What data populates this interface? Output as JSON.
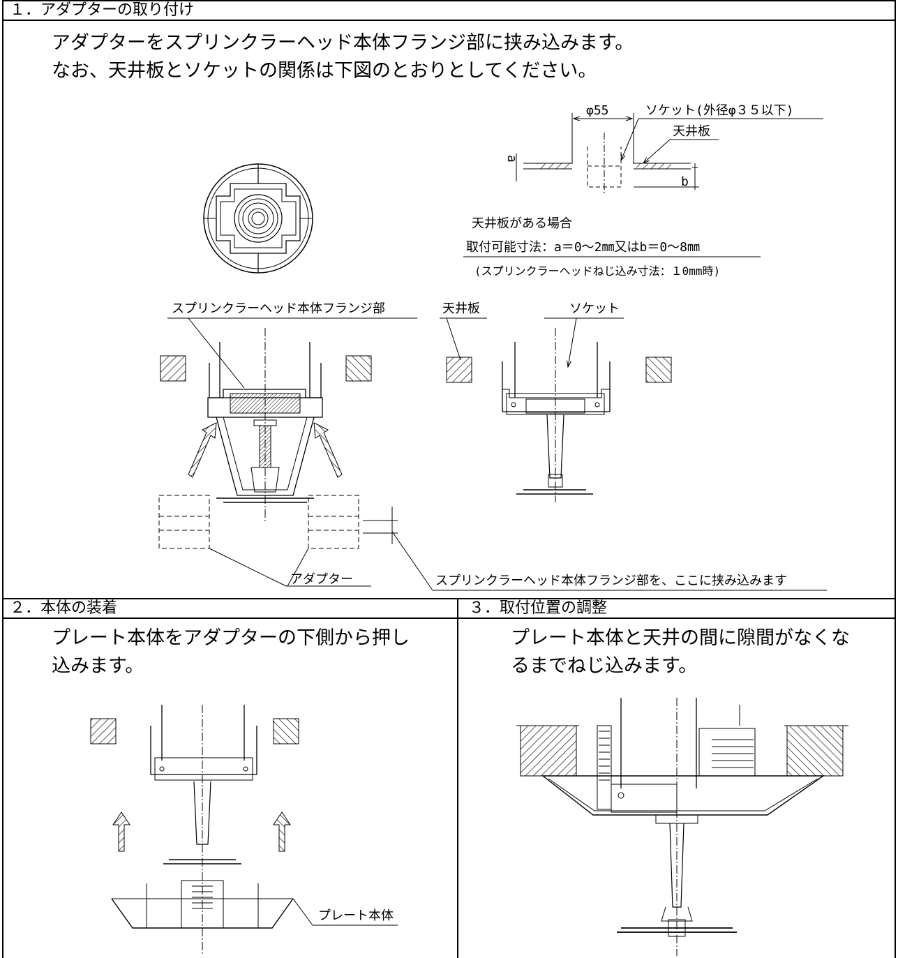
{
  "section1": {
    "header": "１．アダプターの取り付け",
    "line1": "アダプターをスプリンクラーヘッド本体フランジ部に挟み込みます。",
    "line2": "なお、天井板とソケットの関係は下図のとおりとしてください。",
    "diagram": {
      "phi55": "φ55",
      "socket_od": "ソケット(外径φ３５以下)",
      "ceiling_board": "天井板",
      "dim_a": "a",
      "dim_b": "b",
      "case_label": "天井板がある場合",
      "install_dim": "取付可能寸法：a＝0～2㎜又はb＝0～8㎜",
      "screw_note": "(スプリンクラーヘッドねじ込み寸法：１0mm時)",
      "flange_label": "スプリンクラーヘッド本体フランジ部",
      "ceiling_label": "天井板",
      "socket_label": "ソケット",
      "adapter_label": "アダプター",
      "clamp_note": "スプリンクラーヘッド本体フランジ部を、ここに挟み込みます"
    }
  },
  "section2": {
    "header": "２．本体の装着",
    "line1": "プレート本体をアダプターの下側から押し",
    "line2": "込みます。",
    "diagram": {
      "plate_label": "プレート本体"
    }
  },
  "section3": {
    "header": "３．取付位置の調整",
    "line1": "プレート本体と天井の間に隙間がなくな",
    "line2": "るまでねじ込みます。"
  }
}
